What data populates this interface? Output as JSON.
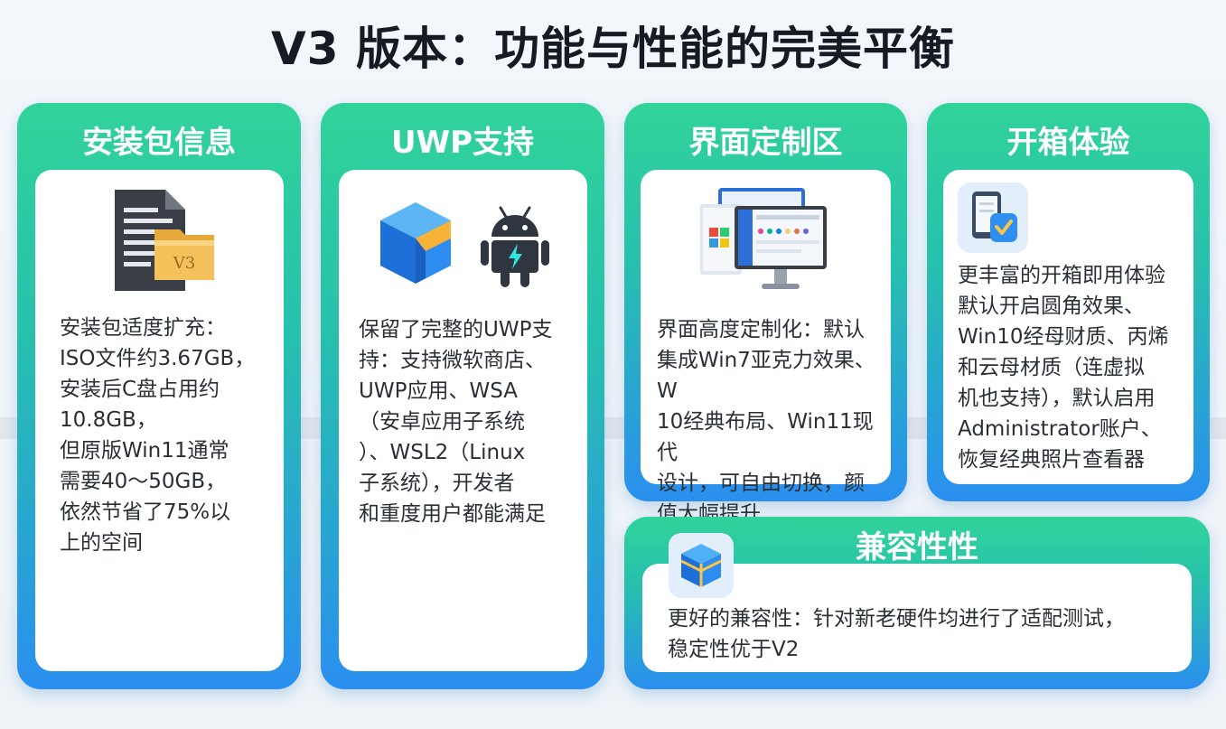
{
  "title": "V3 版本：功能与性能的完美平衡",
  "cards": {
    "install": {
      "title": "安装包信息",
      "icon": "document-archive-icon",
      "folder_label": "V3",
      "text": "安装包适度扩充：\nISO文件约3.67GB，\n安装后C盘占用约\n10.8GB，\n但原版Win11通常\n需要40～50GB，\n依然节省了75%以\n上的空间"
    },
    "uwp": {
      "title": "UWP支持",
      "icons": [
        "uwp-cube-icon",
        "android-icon"
      ],
      "text": "保留了完整的UWP支\n持：支持微软商店、\nUWP应用、WSA\n（安卓应用子系统\n）、WSL2（Linux\n子系统），开发者\n和重度用户都能满足"
    },
    "ui": {
      "title": "界面定制区",
      "icon": "desktop-ui-icon",
      "text": "界面高度定制化：默认\n集成Win7亚克力效果、W\n10经典布局、Win11现代\n设计，可自由切换，颜\n值大幅提升"
    },
    "oobe": {
      "title": "开箱体验",
      "icon": "tablet-check-icon",
      "text": "更丰富的开箱即用体验\n默认开启圆角效果、\nWin10经母财质、丙烯\n和云母材质（连虚拟\n机也支持），默认启用\nAdministrator账户、\n恢复经典照片查看器"
    },
    "compat": {
      "title": "兼容性性",
      "icon": "compat-cube-icon",
      "text": "更好的兼容性：针对新老硬件均进行了适配测试，\n稳定性优于V2"
    }
  },
  "colors": {
    "card_top": "#31d39a",
    "card_mid": "#27c0ad",
    "card_bottom": "#2a8ff0",
    "title_text": "#151b22"
  }
}
